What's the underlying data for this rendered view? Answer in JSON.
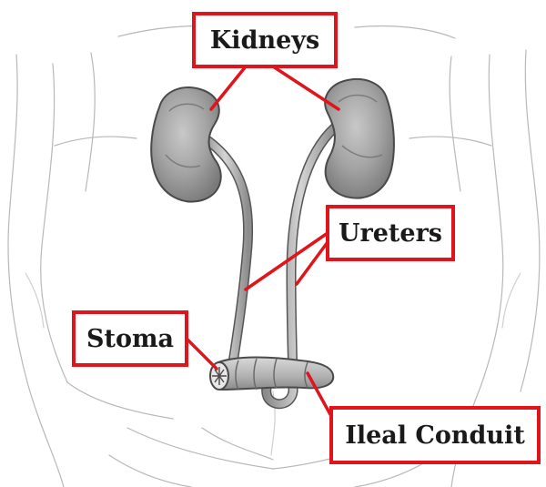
{
  "labels": {
    "kidneys": "Kidneys",
    "ureters": "Ureters",
    "stoma": "Stoma",
    "ileal_conduit": "Ileal Conduit"
  },
  "colors": {
    "callout_red": "#e0151b",
    "organ_gray": "#8f8f8f",
    "outline": "#4a4a4a",
    "sketch": "#b8b8b8"
  },
  "icons": {
    "body_outline": "torso-sketch",
    "organs": [
      "kidney-left",
      "kidney-right",
      "ureter-left",
      "ureter-right",
      "ileal-conduit",
      "stoma"
    ]
  }
}
